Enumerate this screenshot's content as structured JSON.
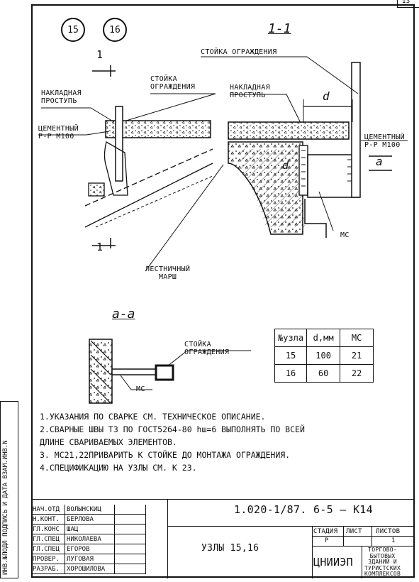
{
  "sheet_corner": "13",
  "node_circles": [
    "15",
    "16"
  ],
  "section_1": {
    "title": "1-1",
    "cut_mark": "1",
    "labels": {
      "post_top": "СТОЙКА ОГРАЖДЕНИЯ",
      "post_left": "СТОЙКА\nОГРАЖДЕНИЯ",
      "nosing_left": "НАКЛАДНАЯ\nПРОСТУПЬ",
      "nosing_right": "НАКЛАДНАЯ\nПРОСТУПЬ",
      "mortar_left": "ЦЕМЕНТНЫЙ\nР-Р М100",
      "mortar_right": "ЦЕМЕНТНЫЙ\nР-Р М100",
      "dim_d": "d",
      "mark_a": "а",
      "mc": "МС",
      "flight": "ЛЕСТНИЧНЫЙ\nМАРШ"
    }
  },
  "section_a": {
    "title": "а-а",
    "post_label": "СТОЙКА\nОГРАЖДЕНИЯ",
    "mc": "МС"
  },
  "node_table": {
    "headers": [
      "№узла",
      "d,мм",
      "МС"
    ],
    "rows": [
      [
        "15",
        "100",
        "21"
      ],
      [
        "16",
        "60",
        "22"
      ]
    ]
  },
  "notes": [
    "1.УКАЗАНИЯ ПО СВАРКЕ СМ. ТЕХНИЧЕСКОЕ ОПИСАНИЕ.",
    "2.СВАРНЫЕ ШВЫ Т3 ПО ГОСТ5264-80 hш=6 ВЫПОЛНЯТЬ ПО ВСЕЙ",
    "ДЛИНЕ СВАРИВАЕМЫХ ЭЛЕМЕНТОВ.",
    "3. МС21,22ПРИВАРИТЬ К СТОЙКЕ ДО МОНТАЖА ОГРАЖДЕНИЯ.",
    "4.СПЕЦИФИКАЦИЮ НА УЗЛЫ СМ. К 23."
  ],
  "sidebar_stamp": "ИНВ.№ПОДЛ ПОДПИСЬ И ДАТА ВЗАМ.ИНВ.N",
  "title_block": {
    "code": "1.020-1/87. 6-5 — К14",
    "title": "УЗЛЫ 15,16",
    "roles": [
      {
        "role": "НАЧ.ОТД",
        "name": "ВОЛЫНСКИЦ"
      },
      {
        "role": "Н.КОНТ.",
        "name": "БЕРЛОВА"
      },
      {
        "role": "ГЛ.КОНС",
        "name": "ШАЦ"
      },
      {
        "role": "ГЛ.СПЕЦ",
        "name": "НИКОЛАЕВА"
      },
      {
        "role": "ГЛ.СПЕЦ",
        "name": "ЕГОРОВ"
      },
      {
        "role": "ПРОВЕР.",
        "name": "ЛУГОВАЯ"
      },
      {
        "role": "РАЗРАБ.",
        "name": "ХОРОШИЛОВА"
      }
    ],
    "stage_header": "СТАДИЯ",
    "sheet_header": "ЛИСТ",
    "sheets_header": "ЛИСТОВ",
    "stage": "Р",
    "sheet": "1",
    "org": "ЦНИИЭП",
    "org_desc": "ТОРГОВО-\nБЫТОВЫХ\nЗДАНИЙ И\nТУРИСТСКИХ\nКОМПЛЕКСОВ"
  }
}
